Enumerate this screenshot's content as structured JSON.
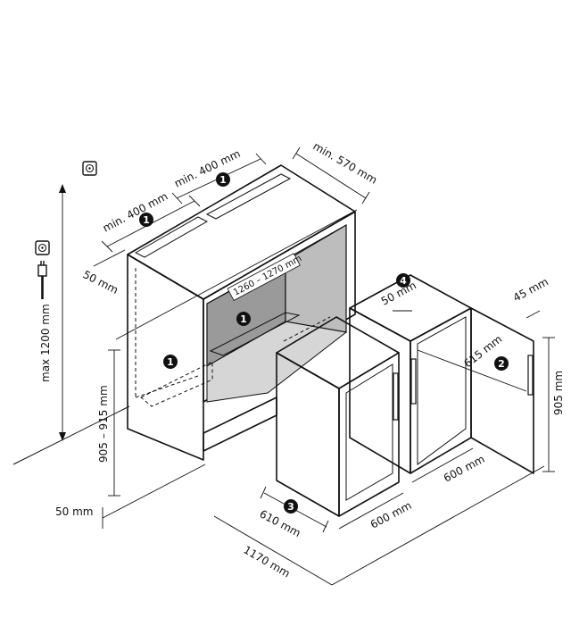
{
  "labels": {
    "max_height": "max 1200 mm",
    "min400_left": "min. 400 mm",
    "min400_right": "min. 400 mm",
    "min570": "min. 570 mm",
    "d50_left": "50 mm",
    "d1260": "1260 – 1270 mm",
    "d50_top": "50 mm",
    "d45": "45 mm",
    "d615": "615 mm",
    "d905": "905 mm",
    "d905_915": "905 – 915 mm",
    "d50_bottom": "50 mm",
    "d610": "610 mm",
    "d600_front": "600 mm",
    "d600_right": "600 mm",
    "d1170": "1170 mm"
  },
  "badges": {
    "b1": "1",
    "b2": "2",
    "b3": "3",
    "b4": "4"
  },
  "colors": {
    "line": "#111111",
    "cavity_dark": "#9a9a9a",
    "cavity_mid": "#bdbdbd",
    "cavity_light": "#d6d6d6",
    "background": "#ffffff"
  },
  "icons": {
    "socket": "socket-icon",
    "plug": "plug-icon"
  }
}
